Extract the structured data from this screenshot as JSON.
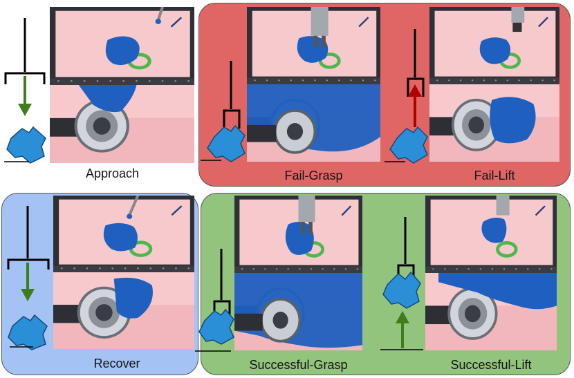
{
  "stages": [
    {
      "id": "approach",
      "label": "Approach",
      "direction": "down",
      "arrow_color": "#3d7d1a"
    },
    {
      "id": "fail-grasp",
      "label": "Fail-Grasp",
      "direction": "none"
    },
    {
      "id": "fail-lift",
      "label": "Fail-Lift",
      "direction": "up",
      "arrow_color": "#b00000"
    },
    {
      "id": "recover",
      "label": "Recover",
      "direction": "down",
      "arrow_color": "#3d7d1a"
    },
    {
      "id": "successful-grasp",
      "label": "Successful-Grasp",
      "direction": "none"
    },
    {
      "id": "successful-lift",
      "label": "Successful-Lift",
      "direction": "up",
      "arrow_color": "#3d7d1a"
    }
  ],
  "colors": {
    "fail_panel": "#e06666",
    "recover_panel": "#a4c2f4",
    "success_panel": "#93c47d",
    "cloth": "#1f5fbf",
    "shirt_icon": "#2a8fd6",
    "table": "#f6c6c6"
  }
}
